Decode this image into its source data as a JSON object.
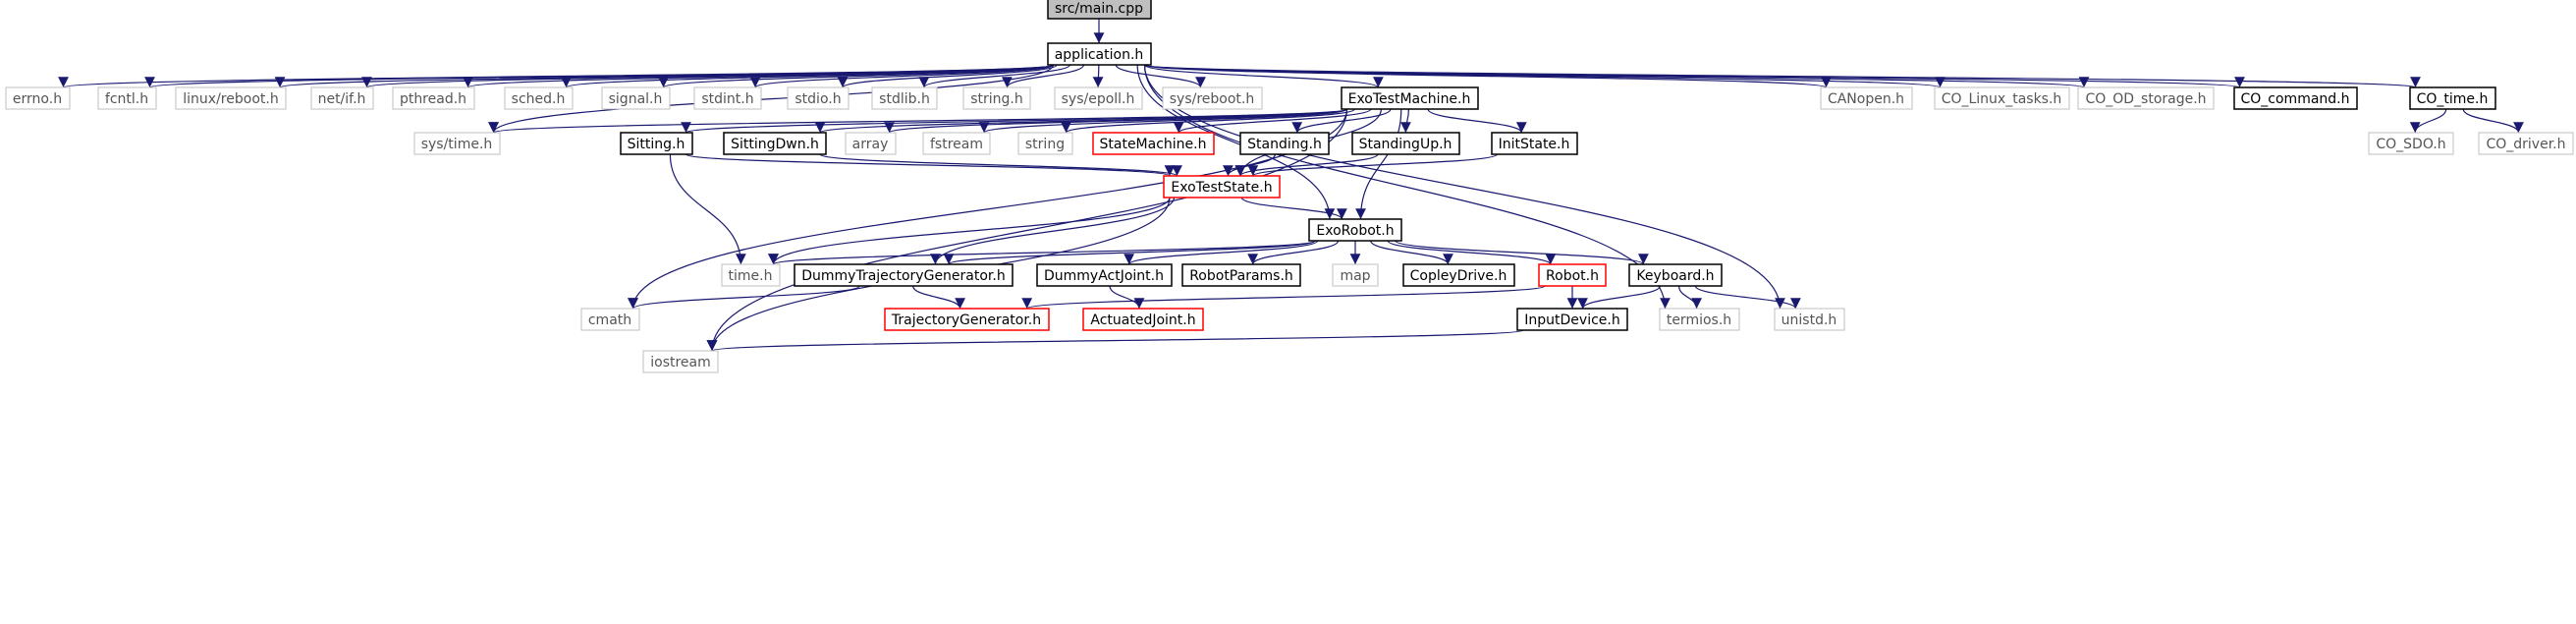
{
  "colors": {
    "edge": "#191970",
    "border_normal": "#000000",
    "border_external": "#bfbfbf",
    "border_red": "#ff0000",
    "root_fill": "#bfbfbf",
    "text_normal": "#000000",
    "text_external": "#555555"
  },
  "nodes": [
    {
      "id": "main",
      "label": "src/main.cpp",
      "style": "root"
    },
    {
      "id": "app",
      "label": "application.h",
      "style": "normal"
    },
    {
      "id": "errno",
      "label": "errno.h",
      "style": "external"
    },
    {
      "id": "fcntl",
      "label": "fcntl.h",
      "style": "external"
    },
    {
      "id": "linuxreboot",
      "label": "linux/reboot.h",
      "style": "external"
    },
    {
      "id": "netif",
      "label": "net/if.h",
      "style": "external"
    },
    {
      "id": "pthread",
      "label": "pthread.h",
      "style": "external"
    },
    {
      "id": "sched",
      "label": "sched.h",
      "style": "external"
    },
    {
      "id": "signal",
      "label": "signal.h",
      "style": "external"
    },
    {
      "id": "stdint",
      "label": "stdint.h",
      "style": "external"
    },
    {
      "id": "stdio",
      "label": "stdio.h",
      "style": "external"
    },
    {
      "id": "stdlib",
      "label": "stdlib.h",
      "style": "external"
    },
    {
      "id": "stringh",
      "label": "string.h",
      "style": "external"
    },
    {
      "id": "epoll",
      "label": "sys/epoll.h",
      "style": "external"
    },
    {
      "id": "sysreboot",
      "label": "sys/reboot.h",
      "style": "external"
    },
    {
      "id": "exotm",
      "label": "ExoTestMachine.h",
      "style": "normal"
    },
    {
      "id": "canopen",
      "label": "CANopen.h",
      "style": "external"
    },
    {
      "id": "colinux",
      "label": "CO_Linux_tasks.h",
      "style": "external"
    },
    {
      "id": "coodstorage",
      "label": "CO_OD_storage.h",
      "style": "external"
    },
    {
      "id": "cocommand",
      "label": "CO_command.h",
      "style": "normal"
    },
    {
      "id": "cotime",
      "label": "CO_time.h",
      "style": "normal"
    },
    {
      "id": "systime",
      "label": "sys/time.h",
      "style": "external"
    },
    {
      "id": "sitting",
      "label": "Sitting.h",
      "style": "normal"
    },
    {
      "id": "sittingdwn",
      "label": "SittingDwn.h",
      "style": "normal"
    },
    {
      "id": "array",
      "label": "array",
      "style": "external"
    },
    {
      "id": "fstream",
      "label": "fstream",
      "style": "external"
    },
    {
      "id": "string",
      "label": "string",
      "style": "external"
    },
    {
      "id": "statemachine",
      "label": "StateMachine.h",
      "style": "red"
    },
    {
      "id": "standing",
      "label": "Standing.h",
      "style": "normal"
    },
    {
      "id": "standingup",
      "label": "StandingUp.h",
      "style": "normal"
    },
    {
      "id": "initstate",
      "label": "InitState.h",
      "style": "normal"
    },
    {
      "id": "cosdo",
      "label": "CO_SDO.h",
      "style": "external"
    },
    {
      "id": "codriver",
      "label": "CO_driver.h",
      "style": "external"
    },
    {
      "id": "exoteststate",
      "label": "ExoTestState.h",
      "style": "red"
    },
    {
      "id": "exorobot",
      "label": "ExoRobot.h",
      "style": "normal"
    },
    {
      "id": "timeh",
      "label": "time.h",
      "style": "external"
    },
    {
      "id": "dummytraj",
      "label": "DummyTrajectoryGenerator.h",
      "style": "normal"
    },
    {
      "id": "dummyact",
      "label": "DummyActJoint.h",
      "style": "normal"
    },
    {
      "id": "robotparams",
      "label": "RobotParams.h",
      "style": "normal"
    },
    {
      "id": "map",
      "label": "map",
      "style": "external"
    },
    {
      "id": "copley",
      "label": "CopleyDrive.h",
      "style": "normal"
    },
    {
      "id": "robot",
      "label": "Robot.h",
      "style": "red"
    },
    {
      "id": "keyboard",
      "label": "Keyboard.h",
      "style": "normal"
    },
    {
      "id": "cmath",
      "label": "cmath",
      "style": "external"
    },
    {
      "id": "trajgen",
      "label": "TrajectoryGenerator.h",
      "style": "red"
    },
    {
      "id": "actjoint",
      "label": "ActuatedJoint.h",
      "style": "red"
    },
    {
      "id": "inputdevice",
      "label": "InputDevice.h",
      "style": "normal"
    },
    {
      "id": "termios",
      "label": "termios.h",
      "style": "external"
    },
    {
      "id": "unistd",
      "label": "unistd.h",
      "style": "external"
    },
    {
      "id": "iostream",
      "label": "iostream",
      "style": "external"
    }
  ],
  "edges": [
    [
      "main",
      "app"
    ],
    [
      "app",
      "errno"
    ],
    [
      "app",
      "fcntl"
    ],
    [
      "app",
      "linuxreboot"
    ],
    [
      "app",
      "netif"
    ],
    [
      "app",
      "pthread"
    ],
    [
      "app",
      "sched"
    ],
    [
      "app",
      "signal"
    ],
    [
      "app",
      "stdint"
    ],
    [
      "app",
      "stdio"
    ],
    [
      "app",
      "stdlib"
    ],
    [
      "app",
      "stringh"
    ],
    [
      "app",
      "epoll"
    ],
    [
      "app",
      "sysreboot"
    ],
    [
      "app",
      "exotm"
    ],
    [
      "app",
      "canopen"
    ],
    [
      "app",
      "colinux"
    ],
    [
      "app",
      "coodstorage"
    ],
    [
      "app",
      "cocommand"
    ],
    [
      "app",
      "cotime"
    ],
    [
      "app",
      "systime"
    ],
    [
      "app",
      "exorobot"
    ],
    [
      "app",
      "termios"
    ],
    [
      "app",
      "unistd"
    ],
    [
      "exotm",
      "systime"
    ],
    [
      "exotm",
      "sitting"
    ],
    [
      "exotm",
      "sittingdwn"
    ],
    [
      "exotm",
      "array"
    ],
    [
      "exotm",
      "fstream"
    ],
    [
      "exotm",
      "string"
    ],
    [
      "exotm",
      "statemachine"
    ],
    [
      "exotm",
      "standing"
    ],
    [
      "exotm",
      "standingup"
    ],
    [
      "exotm",
      "initstate"
    ],
    [
      "exotm",
      "exoteststate"
    ],
    [
      "exotm",
      "exorobot"
    ],
    [
      "exotm",
      "cmath"
    ],
    [
      "exotm",
      "iostream"
    ],
    [
      "cotime",
      "cosdo"
    ],
    [
      "cotime",
      "codriver"
    ],
    [
      "sitting",
      "exoteststate"
    ],
    [
      "sitting",
      "timeh"
    ],
    [
      "sittingdwn",
      "exoteststate"
    ],
    [
      "standing",
      "exoteststate"
    ],
    [
      "standingup",
      "exoteststate"
    ],
    [
      "initstate",
      "exoteststate"
    ],
    [
      "exoteststate",
      "exorobot"
    ],
    [
      "exoteststate",
      "timeh"
    ],
    [
      "exoteststate",
      "dummytraj"
    ],
    [
      "exoteststate",
      "iostream"
    ],
    [
      "exorobot",
      "timeh"
    ],
    [
      "exorobot",
      "dummytraj"
    ],
    [
      "exorobot",
      "dummyact"
    ],
    [
      "exorobot",
      "robotparams"
    ],
    [
      "exorobot",
      "map"
    ],
    [
      "exorobot",
      "copley"
    ],
    [
      "exorobot",
      "robot"
    ],
    [
      "exorobot",
      "keyboard"
    ],
    [
      "dummytraj",
      "trajgen"
    ],
    [
      "dummytraj",
      "cmath"
    ],
    [
      "dummyact",
      "actjoint"
    ],
    [
      "robot",
      "trajgen"
    ],
    [
      "robot",
      "inputdevice"
    ],
    [
      "keyboard",
      "inputdevice"
    ],
    [
      "keyboard",
      "termios"
    ],
    [
      "keyboard",
      "unistd"
    ],
    [
      "inputdevice",
      "iostream"
    ]
  ]
}
